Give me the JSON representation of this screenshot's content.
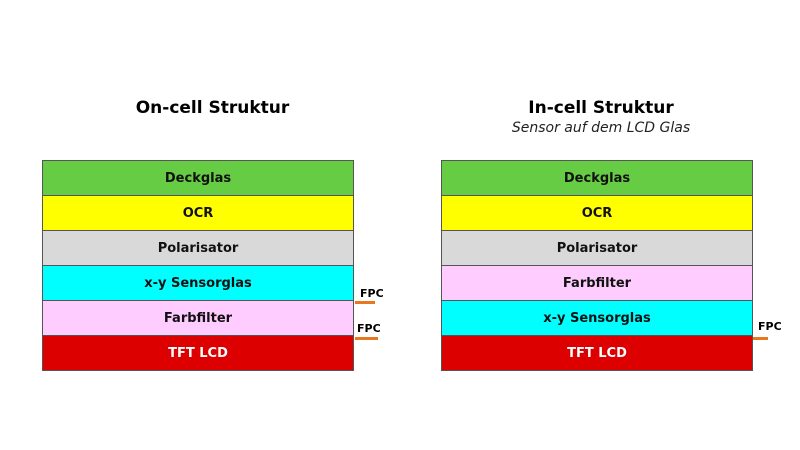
{
  "diagrams": [
    {
      "title": "On-cell Struktur",
      "subtitle": "",
      "layers": [
        {
          "label": "Deckglas",
          "color": "#66cc44",
          "text_color": "#111111"
        },
        {
          "label": "OCR",
          "color": "#ffff00",
          "text_color": "#111111"
        },
        {
          "label": "Polarisator",
          "color": "#d9d9d9",
          "text_color": "#111111"
        },
        {
          "label": "x-y Sensorglas",
          "color": "#00ffff",
          "text_color": "#111111"
        },
        {
          "label": "Farbfilter",
          "color": "#ffccff",
          "text_color": "#111111"
        },
        {
          "label": "TFT LCD",
          "color": "#dd0000",
          "text_color": "#ffffff"
        }
      ],
      "connectors": [
        {
          "label": "FPC",
          "between": "x-y Sensorglas / Farbfilter"
        },
        {
          "label": "FPC",
          "between": "Farbfilter / TFT LCD"
        }
      ]
    },
    {
      "title": "In-cell Struktur",
      "subtitle": "Sensor auf dem LCD Glas",
      "layers": [
        {
          "label": "Deckglas",
          "color": "#66cc44",
          "text_color": "#111111"
        },
        {
          "label": "OCR",
          "color": "#ffff00",
          "text_color": "#111111"
        },
        {
          "label": "Polarisator",
          "color": "#d9d9d9",
          "text_color": "#111111"
        },
        {
          "label": "Farbfilter",
          "color": "#ffccff",
          "text_color": "#111111"
        },
        {
          "label": "x-y Sensorglas",
          "color": "#00ffff",
          "text_color": "#111111"
        },
        {
          "label": "TFT LCD",
          "color": "#dd0000",
          "text_color": "#ffffff"
        }
      ],
      "connectors": [
        {
          "label": "FPC",
          "between": "x-y Sensorglas / TFT LCD"
        }
      ]
    }
  ],
  "colors": {
    "fpc_line": "#e87722",
    "border": "#555555"
  }
}
